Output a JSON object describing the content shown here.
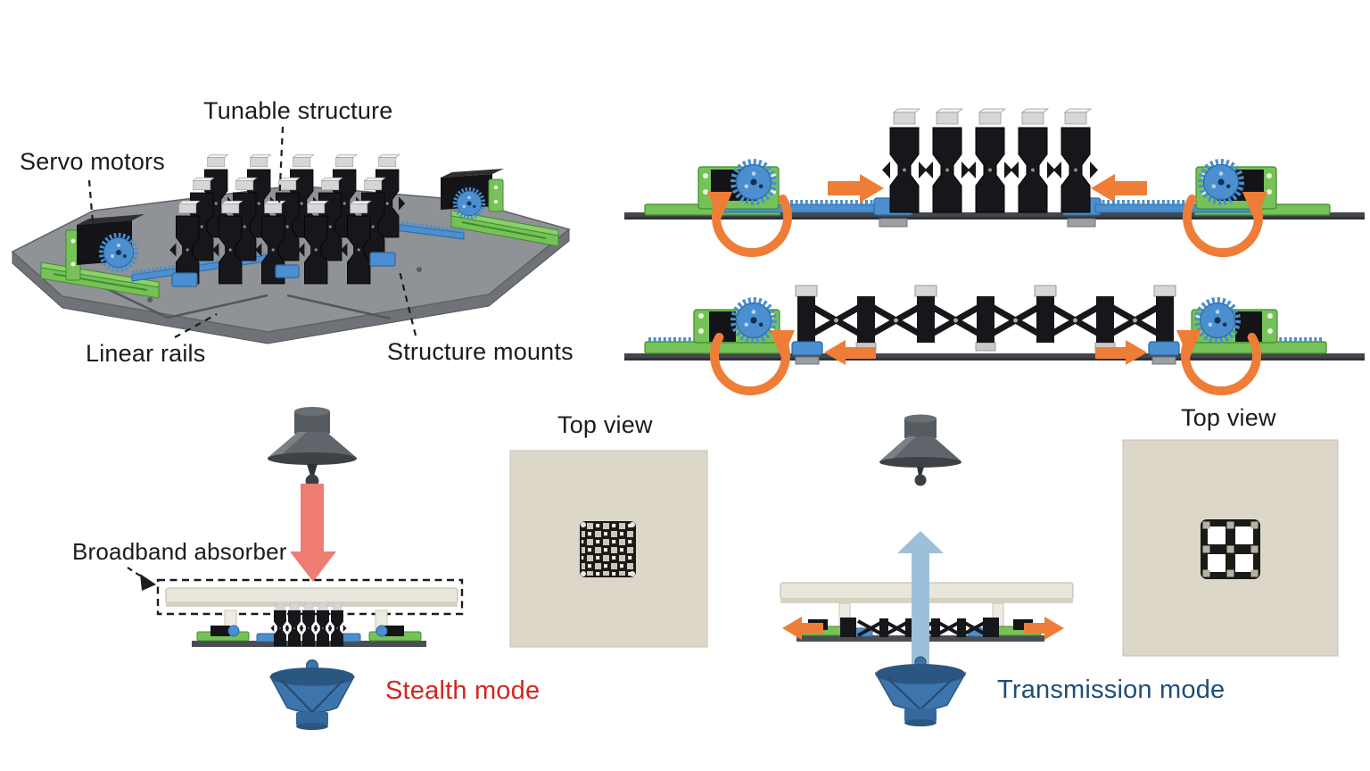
{
  "assembled_view": {
    "tunable_structure_label": "Tunable structure",
    "servo_motors_label": "Servo motors",
    "linear_rails_label": "Linear rails",
    "structure_mounts_label": "Structure mounts"
  },
  "stealth": {
    "absorber_label": "Broadband absorber",
    "top_view_label": "Top view",
    "mode_label": "Stealth mode"
  },
  "transmission": {
    "top_view_label": "Top view",
    "mode_label": "Transmission mode"
  },
  "colors": {
    "actuation_orange": "#ee7d38",
    "hardware_green": "#76c258",
    "hardware_blue": "#4b8fd0",
    "stealth_text_red": "#d3261f",
    "transmission_text_blue": "#1f4e79",
    "incident_beam_red": "#ee7c73",
    "transmitted_beam_blue": "#9dc0da",
    "panel_beige": "#dcd7c8"
  }
}
